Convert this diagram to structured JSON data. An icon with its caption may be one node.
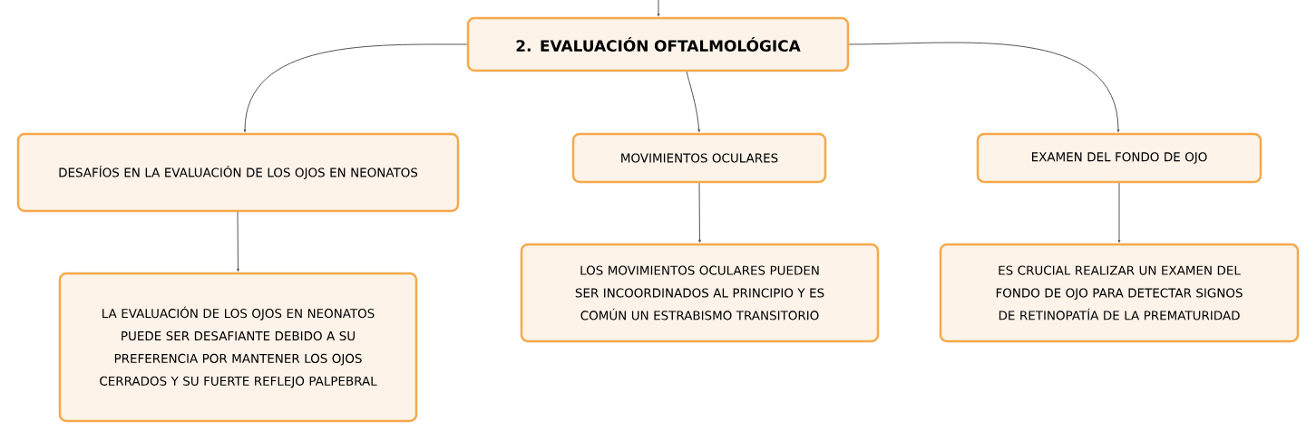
{
  "diagram": {
    "nodes": [
      {
        "text": [
          "2. EVALUACIÓN OFTALMOLÓGICA"
        ]
      },
      {
        "text": [
          "DESAFÍOS EN LA EVALUACIÓN DE LOS OJOS EN NEONATOS"
        ]
      },
      {
        "text": [
          "MOVIMIENTOS OCULARES"
        ]
      },
      {
        "text": [
          "EXAMEN DEL FONDO DE OJO"
        ]
      },
      {
        "text": [
          "LA EVALUACIÓN DE LOS OJOS EN NEONATOS PUEDE SER DESAFIANTE DEBIDO A SU PREFERENCIA POR MANTENER LOS OJOS CERRADOS Y SU FUERTE REFLEJO PALPEBRAL"
        ]
      },
      {
        "text": [
          "LOS MOVIMIENTOS OCULARES PUEDEN SER INCOORDINADOS AL PRINCIPIO Y ES COMÚN UN ESTRABISMO TRANSITORIO"
        ]
      },
      {
        "text": [
          "ES CRUCIAL REALIZAR UN EXAMEN DEL FONDO DE OJO PARA DETECTAR SIGNOS DE RETINOPATÍA DE LA PREMATURIDAD"
        ]
      }
    ],
    "edges": [
      {
        "from": null,
        "to": 0,
        "arrow": "to"
      },
      {
        "from": 0,
        "to": 1,
        "arrow": "to"
      },
      {
        "from": 0,
        "to": 2,
        "arrow": "to"
      },
      {
        "from": 0,
        "to": 3,
        "arrow": "to"
      },
      {
        "from": 1,
        "to": 4,
        "arrow": "to"
      },
      {
        "from": 2,
        "to": 5,
        "arrow": "to"
      },
      {
        "from": 3,
        "to": 6,
        "arrow": "to"
      }
    ]
  }
}
